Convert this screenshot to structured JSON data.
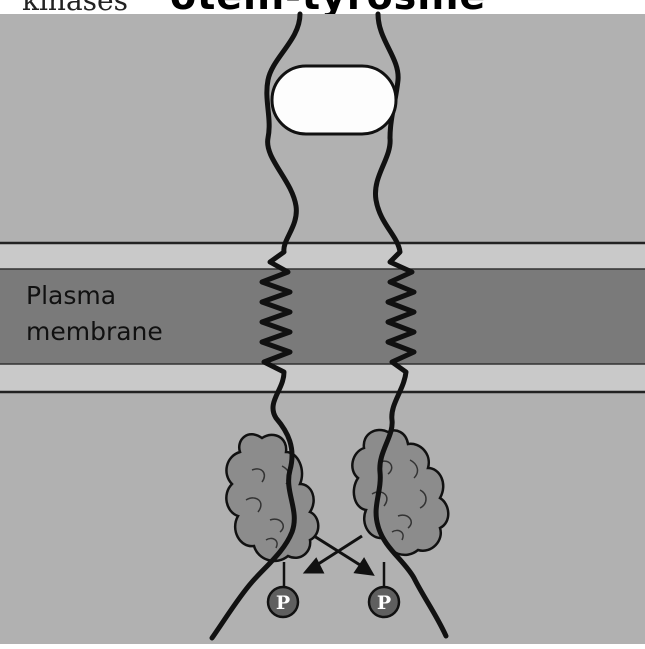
{
  "figure": {
    "top_heading_fragment": "otein-tyrosine",
    "top_left_fragment": "kinases",
    "membrane_label_line1": "Plasma",
    "membrane_label_line2": "membrane",
    "phosphate_label": "P"
  },
  "colors": {
    "background": "#b1b1b1",
    "membrane_outer": "#c9c9c9",
    "membrane_core": "#7a7a7a",
    "ligand_fill": "#fdfdfd",
    "kinase_fill": "#8c8c8c",
    "phosphate_fill": "#5f5f5f",
    "outline": "#111111"
  },
  "icons": [
    "ligand-oval",
    "receptor-chain",
    "kinase-domain",
    "phosphate-circle",
    "crossing-arrows"
  ]
}
